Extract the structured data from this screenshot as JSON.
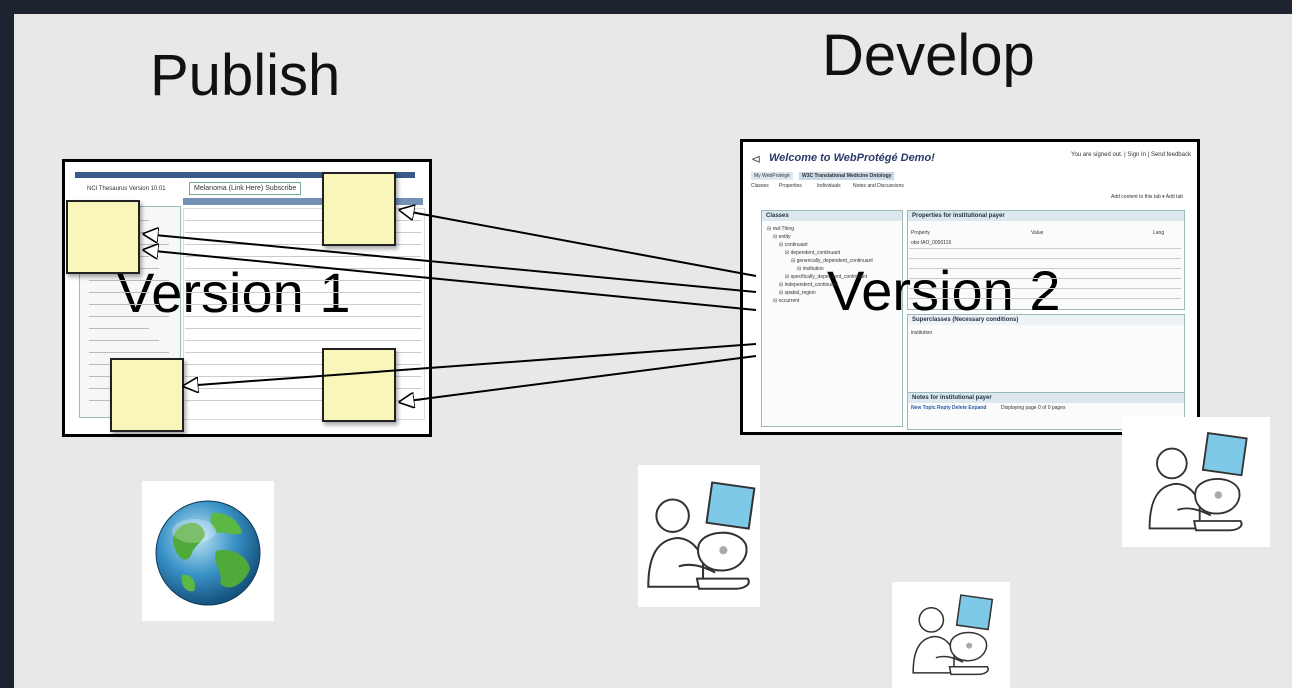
{
  "headings": {
    "publish": "Publish",
    "develop": "Develop"
  },
  "version1": {
    "label": "Version 1",
    "thesaurus": "NCI Thesaurus  Version 10.01",
    "concept": "Melanoma (Link Here)  Subscribe"
  },
  "version2": {
    "label": "Version 2",
    "welcome": "Welcome to WebProtégé Demo!",
    "signin": "You are signed out. | Sign In | Send feedback",
    "tabs": [
      "My WebProtégé",
      "W3C Translational Medicine Ontology"
    ],
    "subtabs": [
      "Classes",
      "Properties",
      "Individuals",
      "Notes and Discussions"
    ],
    "add_content": "Add content to this tab ▾   Add tab",
    "classes_title": "Classes",
    "tree": [
      "owl:Thing",
      "entity",
      "continuant",
      "dependent_continuant",
      "generically_dependent_continuant",
      "institution",
      "specifically_dependent_continuant",
      "independent_continuant",
      "spatial_region",
      "occurrent"
    ],
    "props_title": "Properties for institutional payer",
    "cols": [
      "Property",
      "Value",
      "Lang"
    ],
    "iri": "obo:IAO_0000116",
    "superclasses": "Superclasses (Necessary conditions)",
    "superclass_value": "institution",
    "notes_title": "Notes for institutional payer",
    "new_topic": "New Topic   Reply   Delete   Expand",
    "paging": "Displaying page 0 of 0 pages"
  },
  "icons": {
    "globe": "globe-icon",
    "person": "person-at-computer-icon"
  }
}
